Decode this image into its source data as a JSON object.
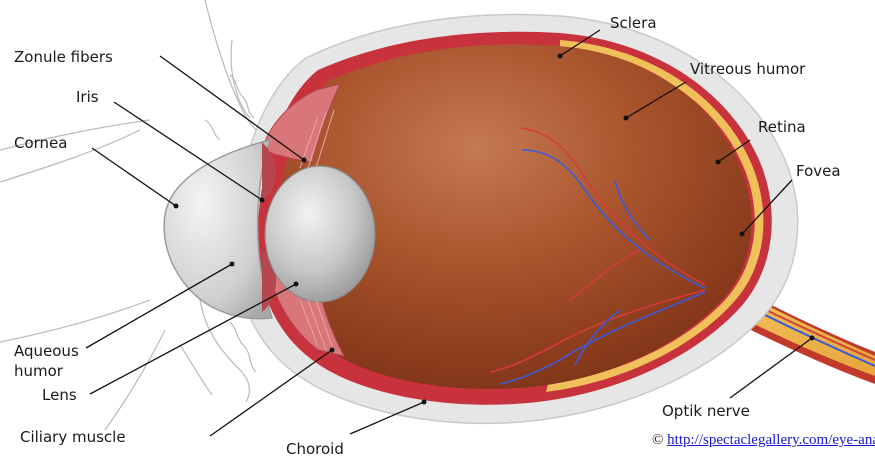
{
  "labels": {
    "sclera": "Sclera",
    "zonule_fibers": "Zonule fibers",
    "vitreous_humor": "Vitreous humor",
    "iris": "Iris",
    "retina": "Retina",
    "cornea": "Cornea",
    "fovea": "Fovea",
    "aqueous_line1": "Aqueous",
    "aqueous_line2": "humor",
    "lens": "Lens",
    "optic_nerve": "Optik nerve",
    "ciliary_muscle": "Ciliary muscle",
    "choroid": "Choroid"
  },
  "credit": {
    "symbol": "©",
    "link_text": "http://spectaclegallery.com/eye-anatomy/"
  }
}
